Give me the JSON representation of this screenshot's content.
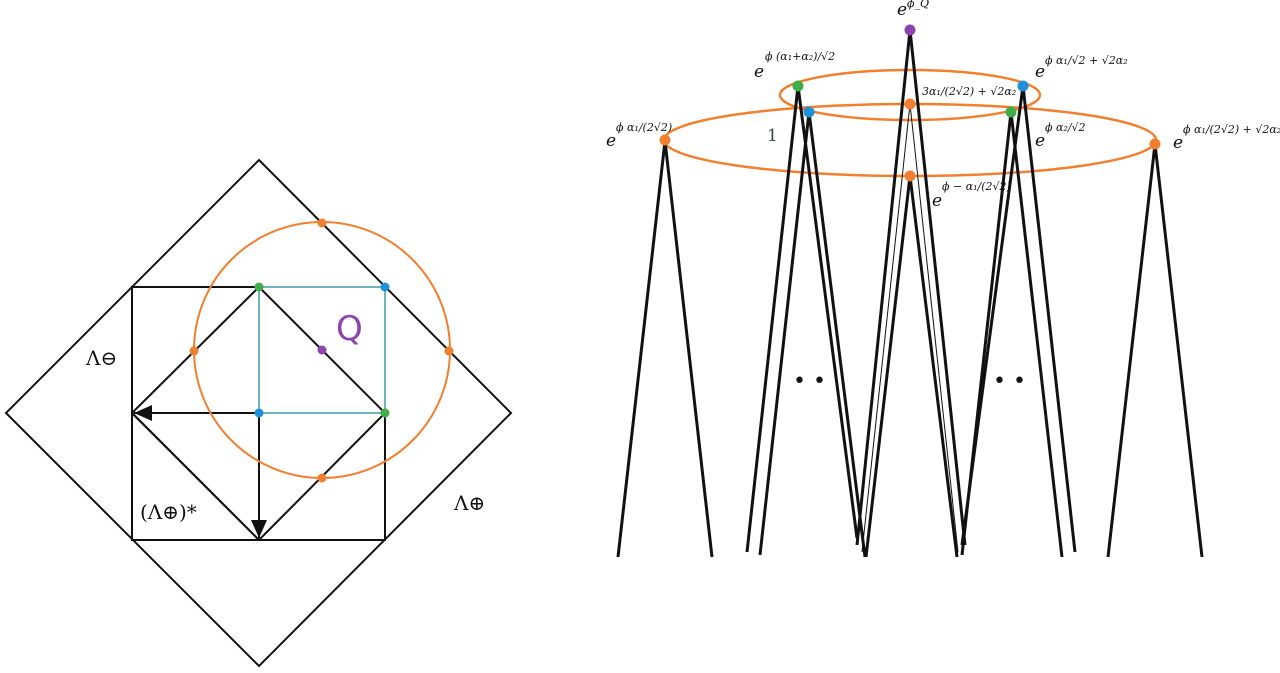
{
  "colors": {
    "orange": "#f08030",
    "green": "#3fae49",
    "blue": "#1e90d8",
    "purple": "#8e44ad",
    "teal": "#6fb3c0",
    "black": "#111111"
  },
  "left_panel": {
    "label_lambda_minus": "Λ⊖",
    "label_lambda_plus": "Λ⊕",
    "label_dual": "(Λ⊕)*",
    "label_q": "Q"
  },
  "right_panel": {
    "label_top": {
      "base": "e",
      "exp": "ϕ_Q"
    },
    "label_green_left": {
      "base": "e",
      "exp": "ϕ (α₁+α₂)/√2"
    },
    "label_blue_right": {
      "base": "e",
      "exp": "ϕ α₁/√2 + √2α₂"
    },
    "label_center_upper": "3α₁/(2√2) + √2α₂",
    "label_orange_left": {
      "base": "e",
      "exp": "ϕ α₁/(2√2)"
    },
    "label_green_right": {
      "base": "e",
      "exp": "ϕ α₂/√2"
    },
    "label_orange_right": {
      "base": "e",
      "exp": "ϕ α₁/(2√2) + √2α₂"
    },
    "label_center_lower": {
      "base": "e",
      "exp": "ϕ − α₁/(2√2)"
    },
    "label_one": "1",
    "ellipsis_left": "• •",
    "ellipsis_right": "• •"
  }
}
